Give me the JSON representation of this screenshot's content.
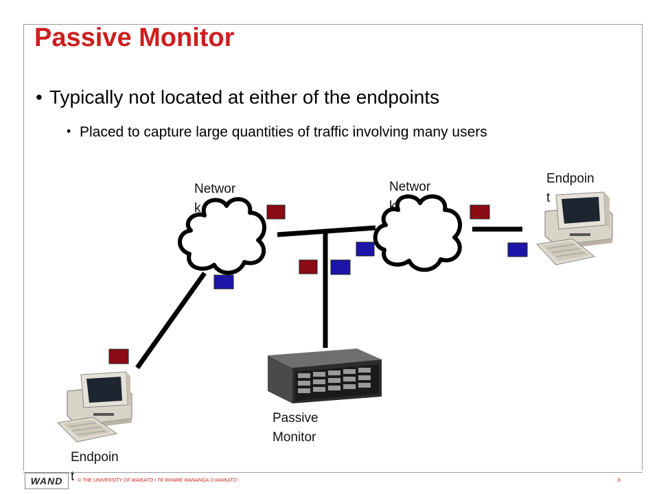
{
  "slide": {
    "title": "Passive Monitor",
    "bullet1": "Typically not located at either of the endpoints",
    "bullet2": "Placed to capture large quantities of traffic involving many users",
    "bullet_symbol": "•"
  },
  "diagram": {
    "network1_label": "Networ k",
    "network2_label": "Networ k",
    "endpoint_top_label": "Endpoin t",
    "endpoint_bottom_label": "Endpoin t",
    "monitor_label": "Passive Monitor"
  },
  "colors": {
    "title": "#cc1e1e",
    "packet_red": "#8b0a14",
    "packet_blue": "#1c15a8",
    "line": "#000000"
  },
  "icons": [
    "cloud-icon",
    "computer-icon",
    "storage-array-icon",
    "wand-logo-icon"
  ],
  "footer": {
    "copyright": "© THE UNIVERSITY OF WAIKATO  •  TE WHARE WANANGA O WAIKATO",
    "page_number": "8",
    "logo_text": "WAND"
  }
}
